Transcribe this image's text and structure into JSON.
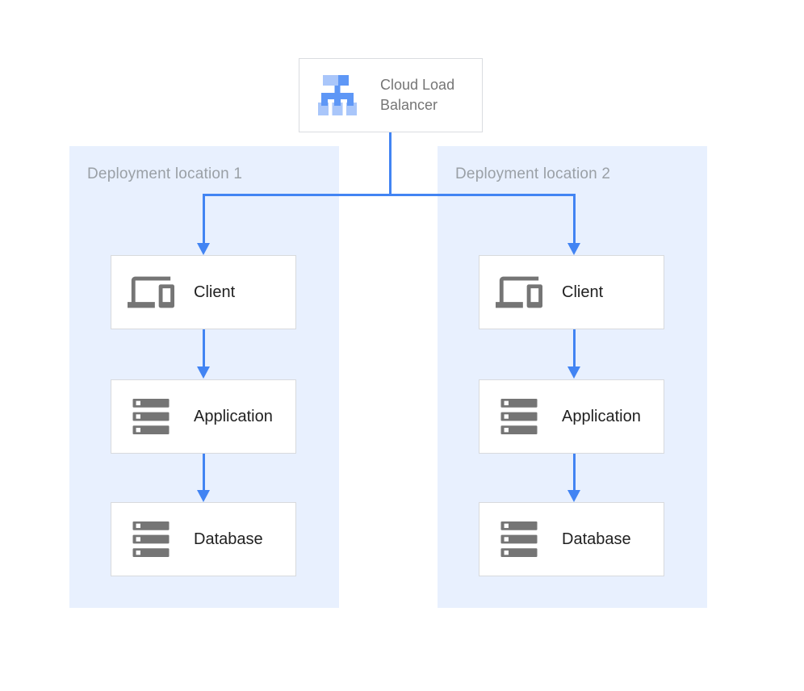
{
  "load_balancer": {
    "label": "Cloud Load Balancer"
  },
  "locations": [
    {
      "label": "Deployment location 1",
      "nodes": [
        {
          "label": "Client",
          "icon": "devices-icon"
        },
        {
          "label": "Application",
          "icon": "server-stack-icon"
        },
        {
          "label": "Database",
          "icon": "server-stack-icon"
        }
      ]
    },
    {
      "label": "Deployment location 2",
      "nodes": [
        {
          "label": "Client",
          "icon": "devices-icon"
        },
        {
          "label": "Application",
          "icon": "server-stack-icon"
        },
        {
          "label": "Database",
          "icon": "server-stack-icon"
        }
      ]
    }
  ],
  "colors": {
    "panel_background": "#e8f0fe",
    "connector_blue": "#4284f3",
    "box_border": "#dadce0",
    "icon_gray": "#757575",
    "lb_icon_light_blue": "#a9c6fa",
    "lb_icon_medium_blue": "#5e97f6",
    "panel_label_gray": "#9aa0a6",
    "lb_label_gray": "#757575",
    "node_label_dark": "#212121"
  }
}
